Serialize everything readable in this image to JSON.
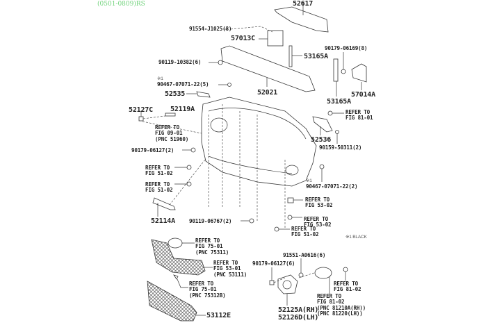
{
  "title": "(0501-0809)RS",
  "labels": {
    "p52617": "52617",
    "p91554": "91554-J1025(8)",
    "p57013C": "57013C",
    "p90119_10382": "90119-10382(6)",
    "note1a": "※1",
    "p90467_5": "90467-07071-22(5)",
    "p52535": "52535",
    "p52021": "52021",
    "p53165A_1": "53165A",
    "p90179_06169": "90179-06169(8)",
    "p57014A": "57014A",
    "p53165A_2": "53165A",
    "p52127C": "52127C",
    "p52119A": "52119A",
    "ref_81_01": "REFER TO\nFIG 81-01",
    "ref_09_01": "REFER TO\nFIG 09-01\n(PNC 51960)",
    "p52536": "52536",
    "p90159": "90159-50311(2)",
    "p90179_06127_2": "90179-06127(2)",
    "ref_51_02_a": "REFER TO\nFIG 51-02",
    "note1b": "※1",
    "p90467_2": "90467-07071-22(2)",
    "ref_51_02_b": "REFER TO\nFIG 51-02",
    "ref_53_02_a": "REFER TO\nFIG 53-02",
    "p52114A": "52114A",
    "p90119_06767": "90119-06767(2)",
    "ref_53_02_b": "REFER TO\nFIG 53-02",
    "ref_51_02_c": "REFER TO\nFIG 51-02",
    "note_black": "※1 BLACK",
    "ref_75_01_a": "REFER TO\nFIG 75-01\n(PNC 75311)",
    "p91551": "91551-A0616(6)",
    "p90179_06127_6": "90179-06127(6)",
    "ref_53_01": "REFER TO\nFIG 53-01\n(PNC 53111)",
    "ref_75_01_b": "REFER TO\nFIG 75-01\n(PNC 75312B)",
    "ref_81_02_a": "REFER TO\nFIG 81-02",
    "ref_81_02_b": "REFER TO\nFIG 81-02\n(PNC 81210A(RH))\n(PNC 81220(LH))",
    "p52125A": "52125A(RH)\n52126D(LH)",
    "p53112E": "53112E"
  }
}
